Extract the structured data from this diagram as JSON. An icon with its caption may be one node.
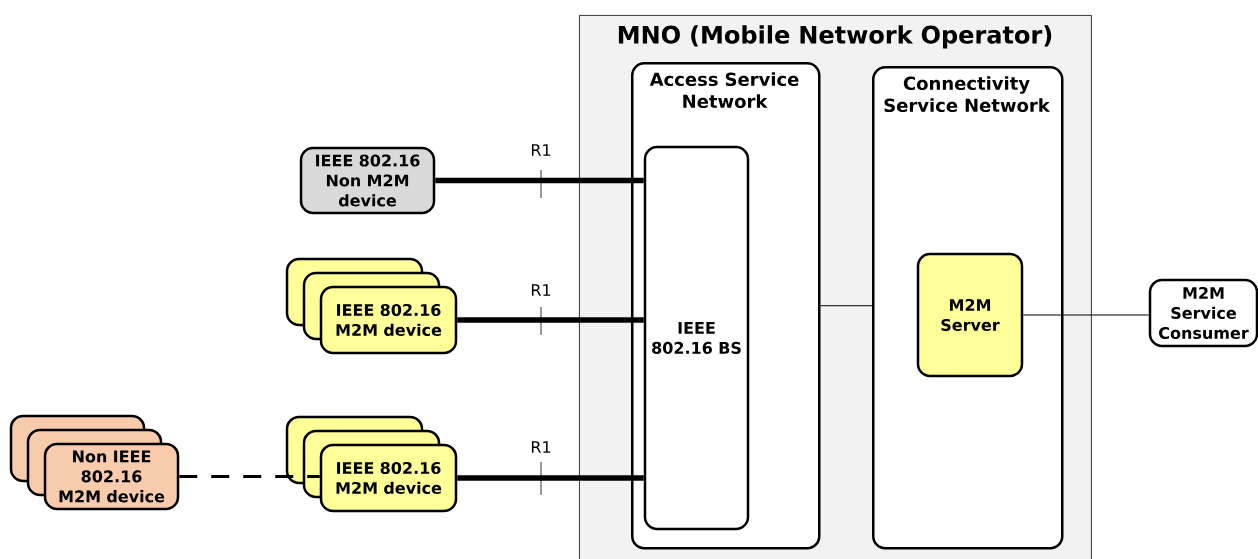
{
  "diagram": {
    "nodes": [
      {
        "text": [
          "MNO (Mobile Network Operator)"
        ]
      },
      {
        "text": [
          "Access Service Network"
        ],
        "in": 0
      },
      {
        "text": [
          "IEEE 802.16 BS"
        ],
        "in": 1
      },
      {
        "text": [
          "Connectivity Service Network"
        ],
        "in": 0
      },
      {
        "text": [
          "M2M Server"
        ],
        "in": 3
      },
      {
        "text": [
          "M2M Service Consumer"
        ]
      },
      {
        "text": [
          "IEEE 802.16 Non M2M device"
        ]
      },
      {
        "text": [
          "IEEE 802.16 M2M device"
        ]
      },
      {
        "text": [
          "IEEE 802.16 M2M device"
        ]
      },
      {
        "text": [
          "Non IEEE 802.16 M2M device"
        ]
      }
    ],
    "edges": [
      {
        "from": 6,
        "to": 2,
        "arrow": "none",
        "style": "thick"
      },
      {
        "from": 7,
        "to": 2,
        "arrow": "none",
        "style": "thick"
      },
      {
        "from": 8,
        "to": 2,
        "arrow": "none",
        "style": "thick"
      },
      {
        "from": 9,
        "to": 8,
        "arrow": "none",
        "style": "dashed"
      },
      {
        "from": 1,
        "to": 3,
        "arrow": "none"
      },
      {
        "from": 4,
        "to": 5,
        "arrow": "none"
      }
    ],
    "labels": [
      "R1",
      "R1",
      "R1"
    ]
  }
}
